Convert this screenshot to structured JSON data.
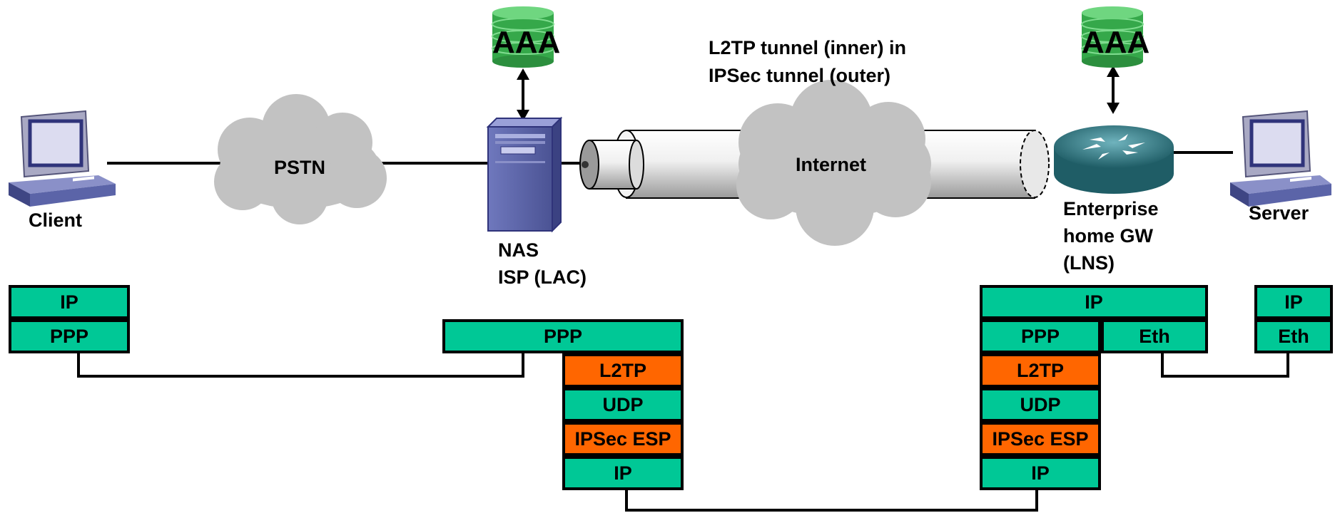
{
  "labels": {
    "client": "Client",
    "pstn": "PSTN",
    "nas": "NAS",
    "isp_lac": "ISP (LAC)",
    "tunnel_line1": "L2TP tunnel (inner) in",
    "tunnel_line2": "IPSec tunnel (outer)",
    "internet": "Internet",
    "gw_line1": "Enterprise",
    "gw_line2": "home GW",
    "gw_line3": "(LNS)",
    "server": "Server",
    "aaa_left": "AAA",
    "aaa_right": "AAA"
  },
  "stacks": {
    "client": [
      "IP",
      "PPP"
    ],
    "nas": [
      "PPP",
      "L2TP",
      "UDP",
      "IPSec ESP",
      "IP"
    ],
    "gateway": [
      "IP",
      "PPP",
      "Eth",
      "L2TP",
      "UDP",
      "IPSec ESP",
      "IP"
    ],
    "server": [
      "IP",
      "Eth"
    ]
  },
  "colors": {
    "protocol_box": "#00c896",
    "tunnel_protocol_box": "#ff6600",
    "aaa_db": "#3cb44b",
    "cloud": "#c2c2c2",
    "nas_server": "#5b64a8",
    "router": "#2f7e8a"
  },
  "icons": {
    "client": "desktop-computer-icon",
    "server": "desktop-computer-icon",
    "nas": "server-tower-icon",
    "gateway": "router-icon",
    "aaa": "database-icon",
    "cloud": "cloud-icon",
    "tunnel": "tunnel-pipe-icon"
  }
}
